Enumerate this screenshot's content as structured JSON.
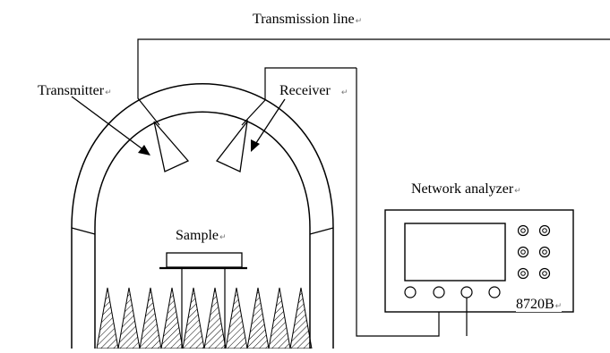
{
  "labels": {
    "transmission_line": "Transmission line",
    "transmitter": "Transmitter",
    "receiver": "Receiver",
    "network_analyzer": "Network analyzer",
    "sample": "Sample",
    "model": "8720B"
  },
  "return_mark": "↵",
  "colors": {
    "line": "#000000",
    "background": "#ffffff"
  }
}
